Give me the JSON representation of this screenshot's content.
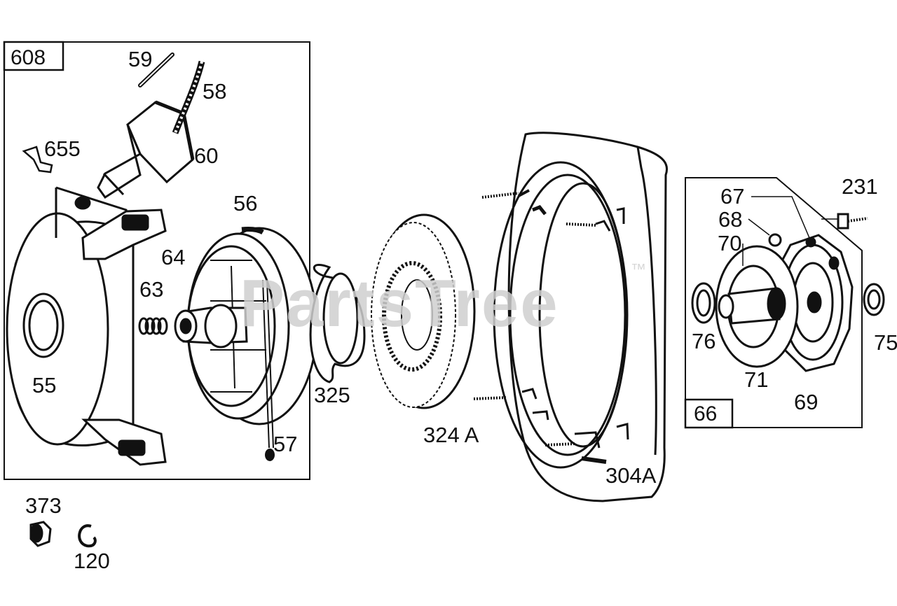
{
  "watermark": {
    "text": "PartsTree",
    "trademark": "™"
  },
  "groups": [
    {
      "id": "608",
      "label": "608"
    },
    {
      "id": "66",
      "label": "66"
    }
  ],
  "callouts": {
    "p59": "59",
    "p58": "58",
    "p655": "655",
    "p60": "60",
    "p56": "56",
    "p64": "64",
    "p63": "63",
    "p55": "55",
    "p57": "57",
    "p325": "325",
    "p324a": "324 A",
    "p304a": "304A",
    "p67": "67",
    "p68": "68",
    "p70": "70",
    "p231": "231",
    "p76": "76",
    "p71": "71",
    "p69": "69",
    "p75": "75",
    "p373": "373",
    "p120": "120"
  },
  "colors": {
    "ink": "#111111",
    "paper": "#ffffff",
    "watermark": "#cfcfcf"
  }
}
